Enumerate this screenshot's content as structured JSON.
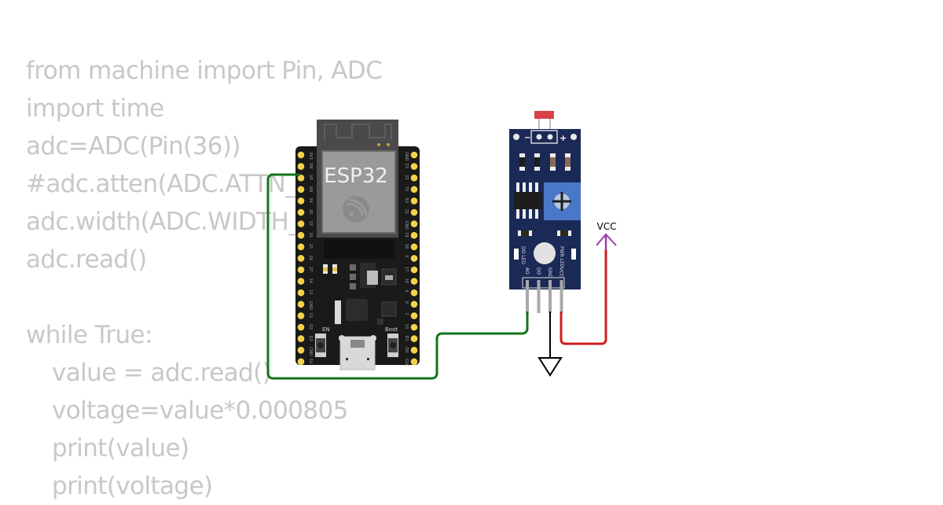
{
  "code": {
    "lines": [
      {
        "text": "from machine import Pin, ADC",
        "indent": false
      },
      {
        "text": "import time",
        "indent": false
      },
      {
        "text": "adc=ADC(Pin(36))",
        "indent": false
      },
      {
        "text": "#adc.atten(ADC.ATTN_0",
        "indent": false
      },
      {
        "text": "adc.width(ADC.WIDTH_",
        "indent": false
      },
      {
        "text": "adc.read()",
        "indent": false
      },
      {
        "text": "",
        "indent": false
      },
      {
        "text": "while True:",
        "indent": false
      },
      {
        "text": "value = adc.read()",
        "indent": true
      },
      {
        "text": "voltage=value*0.000805",
        "indent": true
      },
      {
        "text": "print(value)",
        "indent": true
      },
      {
        "text": "print(voltage)",
        "indent": true
      }
    ]
  },
  "esp32": {
    "module_label": "ESP32",
    "left_pins": [
      "3V3",
      "EN",
      "VP",
      "VN",
      "34",
      "35",
      "32",
      "33",
      "25",
      "26",
      "27",
      "14",
      "12",
      "GND",
      "13",
      "D2",
      "D3",
      "CMD",
      "5V"
    ],
    "right_pins": [
      "GND",
      "23",
      "22",
      "TX",
      "RX",
      "21",
      "GND",
      "19",
      "18",
      "5",
      "17",
      "16",
      "4",
      "0",
      "2",
      "15",
      "D1",
      "D0",
      "CLK"
    ],
    "en_button_label": "EN",
    "boot_button_label": "Boot"
  },
  "sensor": {
    "minus_label": "−",
    "plus_label": "+",
    "do_led_label": "DO LED",
    "pwr_led_label": "PWR LED",
    "pins": [
      "AO",
      "DO",
      "GND",
      "VCC"
    ]
  },
  "power": {
    "vcc_label": "VCC"
  },
  "colors": {
    "wire_signal": "#13741b",
    "wire_ground": "#000000",
    "wire_power": "#d01c1c",
    "vcc_symbol": "#9b3ea8",
    "board_pcb": "#1a1a1a",
    "sensor_pcb": "#1b2957",
    "pin_gold": "#f2d34a"
  }
}
